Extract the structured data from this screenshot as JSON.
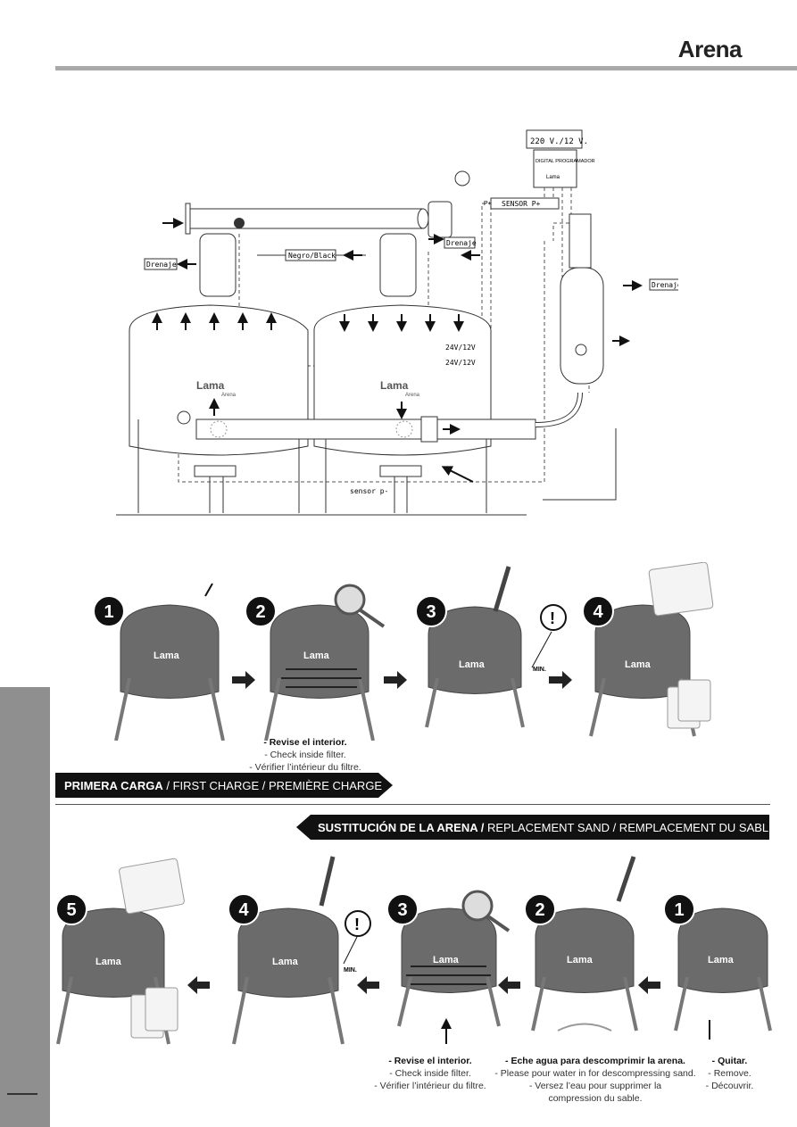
{
  "header": {
    "title": "Arena"
  },
  "diagram": {
    "power_label": "220 V./12 V.",
    "controller_label": "DIGITAL PROGRAMADOR",
    "controller_brand": "Lama",
    "sensor_top": "SENSOR P+",
    "sensor_p_plus": "P+",
    "drain_labels": [
      "Drenaje",
      "Drenaje",
      "Drenaje"
    ],
    "cable_label": "Negro/Black",
    "voltage_labels": [
      "24V/12V",
      "24V/12V"
    ],
    "sensor_bottom": "sensor p-",
    "brand": "Lama",
    "brand_sub": "Arena"
  },
  "first_charge": {
    "steps": [
      "1",
      "2",
      "3",
      "4"
    ],
    "min_label": "MIN.",
    "caption": {
      "bold": "- Revise el interior.",
      "en": "- Check inside filter.",
      "fr": "- Vérifier l’intérieur du filtre."
    },
    "banner": {
      "bold": "PRIMERA CARGA",
      "rest": " / FIRST CHARGE / PREMIÈRE CHARGE"
    }
  },
  "replacement": {
    "banner": {
      "bold": "SUSTITUCIÓN DE LA ARENA /",
      "rest": " REPLACEMENT  SAND / REMPLACEMENT DU SABLE"
    },
    "steps": [
      "5",
      "4",
      "3",
      "2",
      "1"
    ],
    "min_label": "MIN.",
    "captions": [
      {
        "bold": "- Revise el interior.",
        "en": "- Check inside filter.",
        "fr": "- Vérifier l’intérieur du filtre."
      },
      {
        "bold": "- Eche agua para descomprimir la arena.",
        "en": "- Please pour water in for descompressing  sand.",
        "fr": "- Versez l’eau pour supprimer la",
        "fr2": "compression du sable."
      },
      {
        "bold": "- Quitar.",
        "en": "- Remove.",
        "fr": "- Découvrir."
      }
    ]
  }
}
